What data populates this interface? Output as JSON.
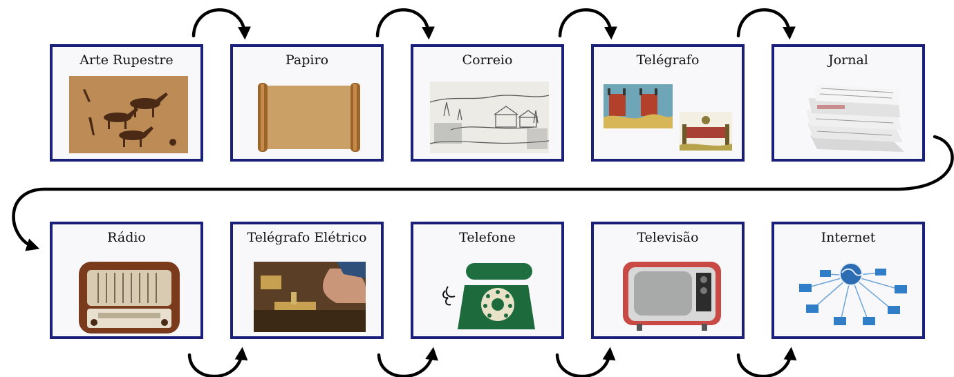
{
  "colors": {
    "frame": "#1a1f7a",
    "arrow": "#000000",
    "card_bg": "#f8f8fb"
  },
  "timeline": {
    "items": [
      {
        "label": "Arte  Rupestre",
        "icon": "cave-painting-icon"
      },
      {
        "label": "Papiro",
        "icon": "papyrus-scroll-icon"
      },
      {
        "label": "Correio",
        "icon": "village-sketch-icon"
      },
      {
        "label": "Telégrafo",
        "icon": "semaphore-telegraph-icon"
      },
      {
        "label": "Jornal",
        "icon": "newspaper-stack-icon"
      },
      {
        "label": "Rádio",
        "icon": "radio-icon"
      },
      {
        "label": "Telégrafo  Elétrico",
        "icon": "telegraph-key-icon"
      },
      {
        "label": "Telefone",
        "icon": "rotary-phone-icon"
      },
      {
        "label": "Televisão",
        "icon": "television-icon"
      },
      {
        "label": "Internet",
        "icon": "network-globe-icon"
      }
    ]
  }
}
